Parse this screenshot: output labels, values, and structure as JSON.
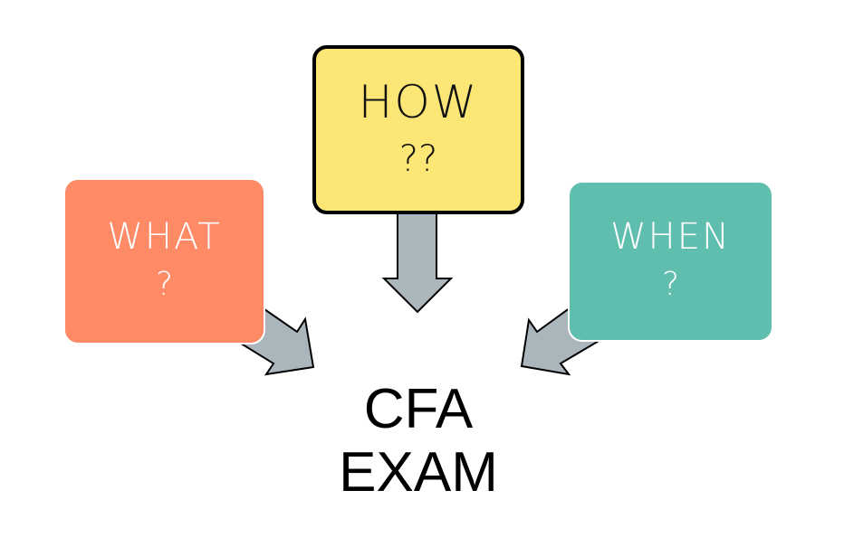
{
  "boxes": {
    "what": {
      "title": "WHAT",
      "mark": "?",
      "color": "#FE8A66"
    },
    "how": {
      "title": "HOW",
      "mark": "??",
      "color": "#FCE675"
    },
    "when": {
      "title": "WHEN",
      "mark": "?",
      "color": "#5FBEAE"
    }
  },
  "center": {
    "line1": "CFA",
    "line2": "EXAM"
  },
  "arrow_color": "#ABB6BC"
}
